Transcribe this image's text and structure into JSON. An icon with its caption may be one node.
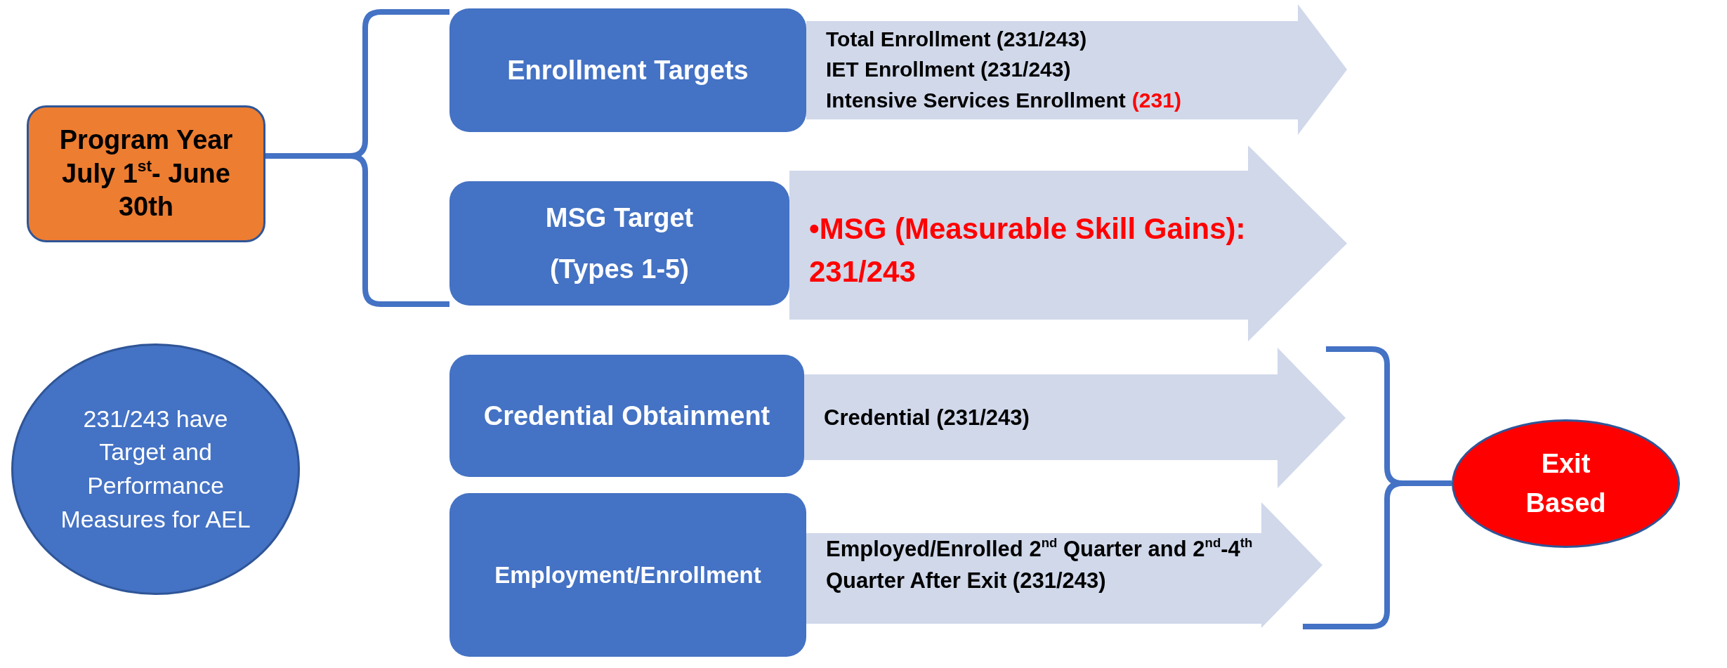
{
  "diagram": {
    "nodes": [
      {
        "text": [
          "Program Year July 1$^{st}$- June 30th"
        ]
      },
      {
        "text": [
          "Enrollment Targets"
        ]
      },
      {
        "text": [
          "Total Enrollment (231/243)",
          "IET Enrollment (231/243)",
          "Intensive Services Enrollment",
          "(231)"
        ]
      },
      {
        "text": [
          "MSG Target",
          "(Types 1-5)"
        ]
      },
      {
        "text": [
          "•MSG (Measurable Skill Gains): 231/243"
        ]
      },
      {
        "text": [
          "Credential Obtainment"
        ]
      },
      {
        "text": [
          "Credential (231/243)"
        ]
      },
      {
        "text": [
          "Employment/Enrollment"
        ]
      },
      {
        "text": [
          "Employed/Enrolled 2$^{nd}$ Quarter and 2$^{nd}$-4$^{th}$ Quarter After Exit (231/243)"
        ]
      },
      {
        "text": [
          "231/243 have Target and Performance Measures for AEL"
        ]
      },
      {
        "text": [
          "Exit Based"
        ]
      }
    ],
    "edges": [
      {
        "from": 0,
        "to": 1,
        "arrow": "none"
      },
      {
        "from": 0,
        "to": 3,
        "arrow": "none"
      },
      {
        "from": 6,
        "to": 10,
        "arrow": "none"
      },
      {
        "from": 8,
        "to": 10,
        "arrow": "none"
      }
    ]
  }
}
